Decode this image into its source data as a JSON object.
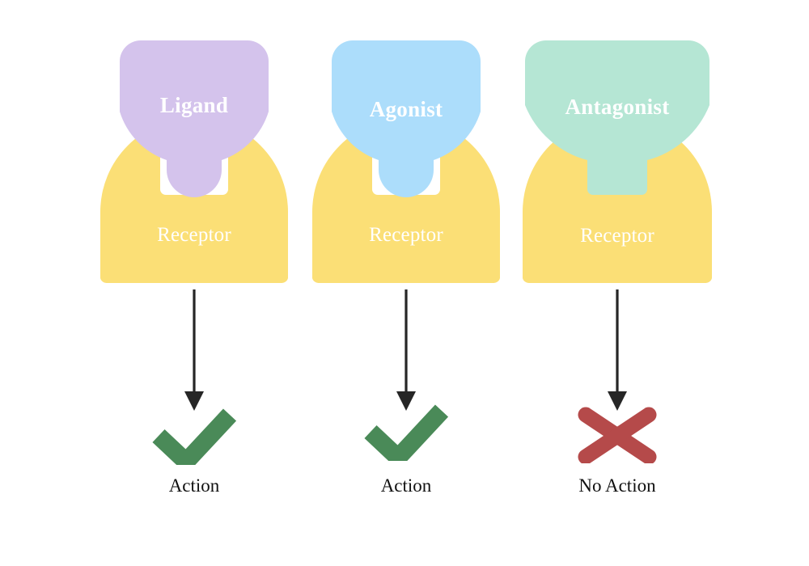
{
  "diagram": {
    "title": "Ligand, Agonist and Antagonist receptor binding",
    "background_color": "#FFFFFF",
    "receptor_color": "#FBDF76",
    "arrow_color": "#262626",
    "check_color": "#4A8A58",
    "cross_color": "#B54A4A",
    "label_text_color": "#FFFFFF",
    "outcome_text_color": "#111111"
  },
  "columns": [
    {
      "id": "ligand",
      "ligand_label": "Ligand",
      "ligand_color": "#D4C3EC",
      "receptor_label": "Receptor",
      "receptor_color": "#FBDF76",
      "fit": "partial",
      "stem_shape": "rounded",
      "outcome_icon": "check-icon",
      "outcome_label": "Action",
      "outcome_color": "#4A8A58"
    },
    {
      "id": "agonist",
      "ligand_label": "Agonist",
      "ligand_color": "#ACDDFB",
      "receptor_label": "Receptor",
      "receptor_color": "#FBDF76",
      "fit": "partial",
      "stem_shape": "rounded",
      "outcome_icon": "check-icon",
      "outcome_label": "Action",
      "outcome_color": "#4A8A58"
    },
    {
      "id": "antagonist",
      "ligand_label": "Antagonist",
      "ligand_color": "#B5E6D4",
      "receptor_label": "Receptor",
      "receptor_color": "#FBDF76",
      "fit": "full",
      "stem_shape": "flat",
      "outcome_icon": "cross-icon",
      "outcome_label": "No Action",
      "outcome_color": "#B54A4A"
    }
  ]
}
